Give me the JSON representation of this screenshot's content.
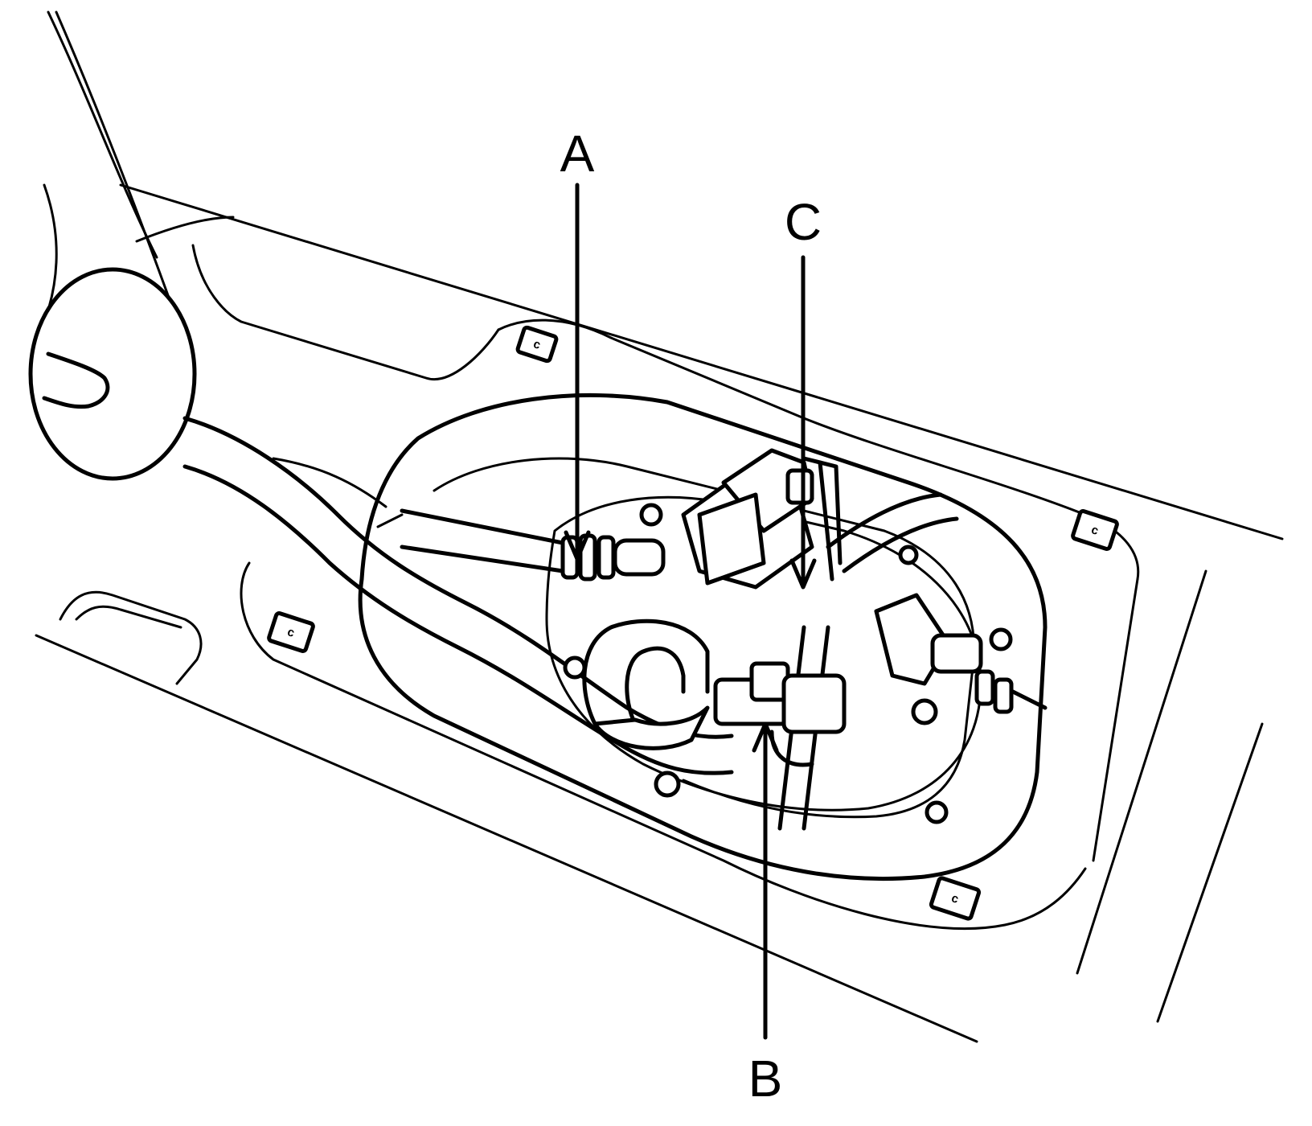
{
  "callouts": [
    {
      "id": "A",
      "label": "A"
    },
    {
      "id": "B",
      "label": "B"
    },
    {
      "id": "C",
      "label": "C"
    }
  ],
  "mounting_pads": [
    {
      "label": "c"
    },
    {
      "label": "c"
    },
    {
      "label": "c"
    },
    {
      "label": "c"
    }
  ],
  "colors": {
    "line": "#000000",
    "background": "#ffffff"
  }
}
